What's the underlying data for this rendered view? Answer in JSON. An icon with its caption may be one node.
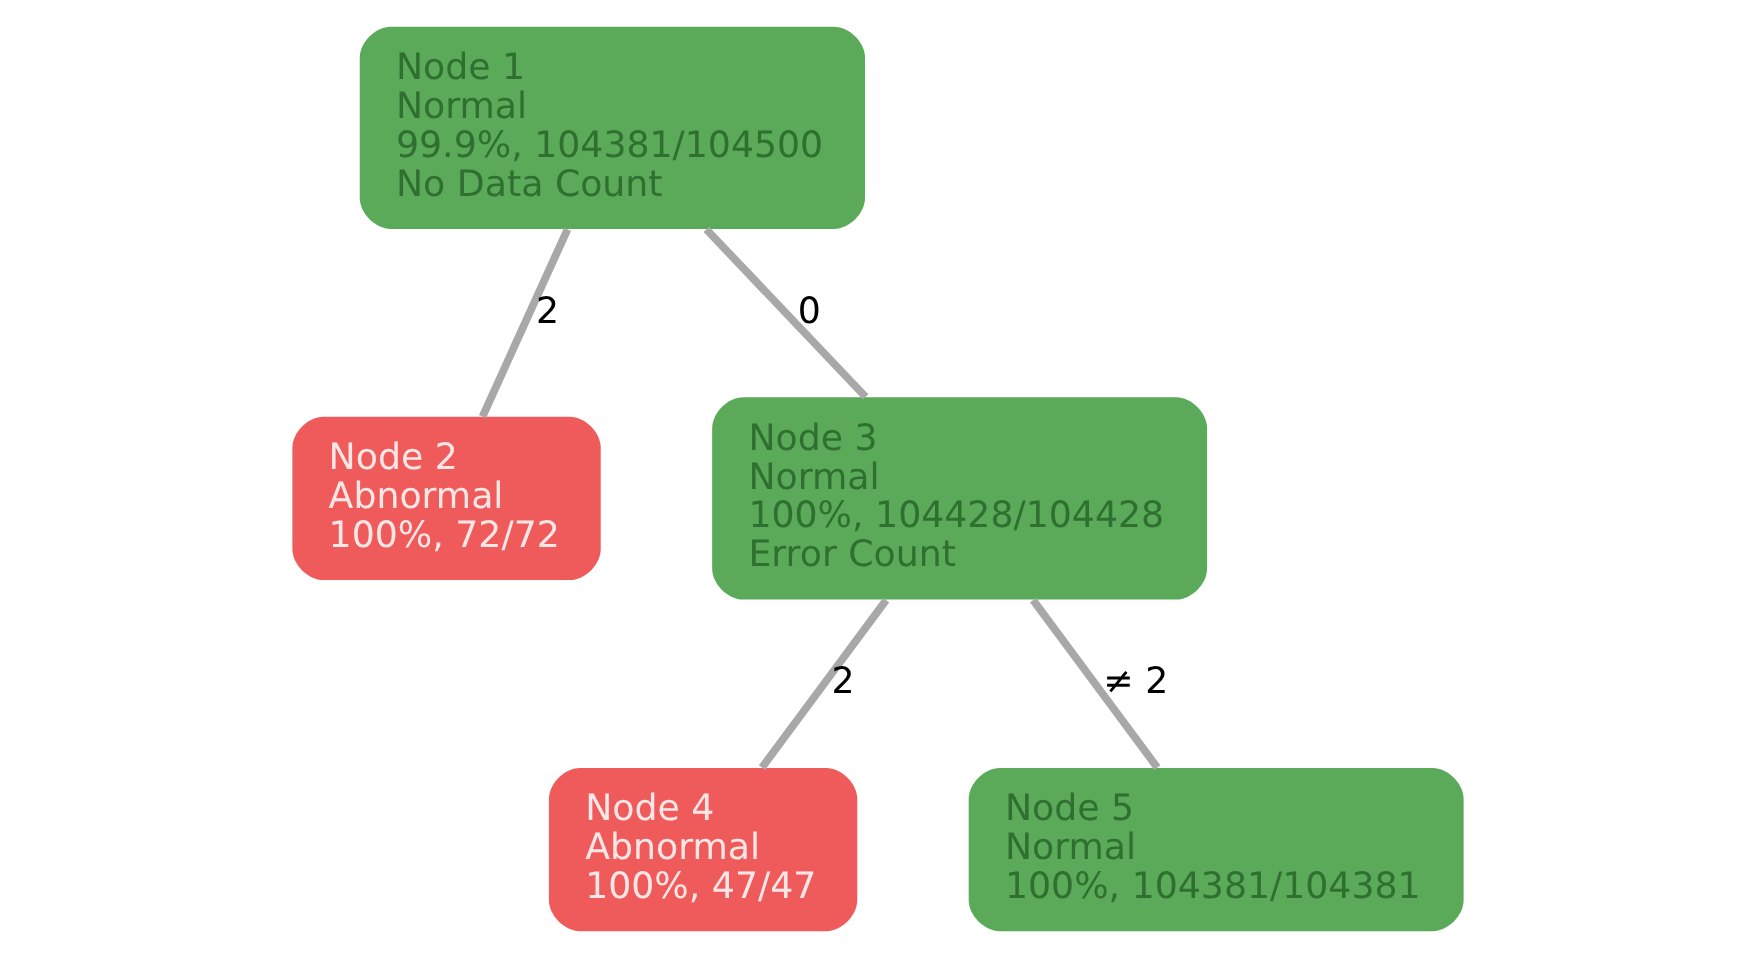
{
  "diagram": {
    "nodes": [
      {
        "text": [
          "Node 1",
          "Normal",
          "99.9%, 104381/104500",
          "No Data Count"
        ]
      },
      {
        "text": [
          "Node 2",
          "Abnormal",
          "100%, 72/72"
        ]
      },
      {
        "text": [
          "Node 3",
          "Normal",
          "100%, 104428/104428",
          "Error Count"
        ]
      },
      {
        "text": [
          "Node 4",
          "Abnormal",
          "100%, 47/47"
        ]
      },
      {
        "text": [
          "Node 5",
          "Normal",
          "100%, 104381/104381"
        ]
      }
    ],
    "edges": [
      {
        "from": 0,
        "to": 1,
        "arrow": "none",
        "label": "2"
      },
      {
        "from": 0,
        "to": 2,
        "arrow": "none",
        "label": "0"
      },
      {
        "from": 2,
        "to": 3,
        "arrow": "none",
        "label": "2"
      },
      {
        "from": 2,
        "to": 4,
        "arrow": "none",
        "label": "≠ 2"
      }
    ]
  }
}
